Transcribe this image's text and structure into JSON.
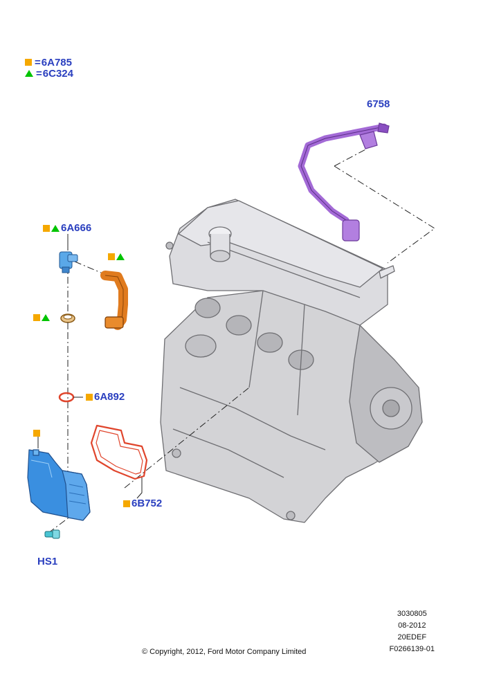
{
  "legend": [
    {
      "symbol": "square",
      "equals": "=",
      "part": "6A785"
    },
    {
      "symbol": "triangle",
      "equals": "=",
      "part": "6C324"
    }
  ],
  "callouts": {
    "p6758": "6758",
    "p6A666": "6A666",
    "p6A892": "6A892",
    "p6B752": "6B752",
    "pHS1": "HS1"
  },
  "colors": {
    "label_blue": "#2a3fbf",
    "square_orange": "#f5a800",
    "triangle_green": "#00c400",
    "hose_purple": "#a36ad6",
    "pipe_orange": "#e07b1e",
    "gasket_red": "#e0452c",
    "cooler_blue": "#3a8fe0",
    "engine_gray": "#c8c8cc"
  },
  "meta": {
    "line1": "3030805",
    "line2": "08-2012",
    "line3": "20EDEF",
    "line4": "F0266139-01"
  },
  "copyright": "© Copyright, 2012, Ford Motor Company Limited"
}
